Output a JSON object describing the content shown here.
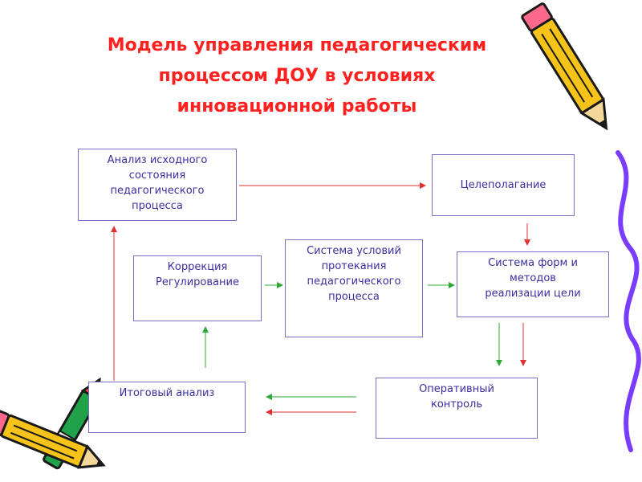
{
  "title": {
    "line1": "Модель управления педагогическим",
    "line2": "процессом ДОУ в условиях",
    "line3": "инновационной работы"
  },
  "nodes": {
    "analysis": {
      "lines": [
        "Анализ исходного",
        "состояния",
        "педагогического",
        "процесса"
      ]
    },
    "goal": {
      "lines": [
        "Целеполагание"
      ]
    },
    "correction": {
      "lines": [
        "Коррекция",
        "Регулирование"
      ]
    },
    "conditions": {
      "lines": [
        "Система условий",
        "протекания",
        "педагогического",
        "процесса"
      ]
    },
    "forms": {
      "lines": [
        "Система форм и",
        "методов",
        "реализации цели"
      ]
    },
    "final": {
      "lines": [
        "Итоговый анализ"
      ]
    },
    "operative": {
      "lines": [
        "Оперативный",
        "контроль"
      ]
    }
  },
  "colors": {
    "title": "#ff2020",
    "box_border": "#7f6cc8",
    "box_text": "#3a2f9f",
    "arrow_red": "#e03030",
    "arrow_green": "#2fa83a"
  },
  "edges": [
    {
      "from": "analysis",
      "to": "goal",
      "color": "red"
    },
    {
      "from": "goal",
      "to": "forms",
      "color": "red"
    },
    {
      "from": "correction",
      "to": "conditions",
      "color": "green"
    },
    {
      "from": "conditions",
      "to": "forms",
      "color": "green"
    },
    {
      "from": "forms",
      "to": "operative",
      "color": "green"
    },
    {
      "from": "forms",
      "to": "operative",
      "color": "red"
    },
    {
      "from": "operative",
      "to": "final",
      "color": "green"
    },
    {
      "from": "operative",
      "to": "final",
      "color": "red"
    },
    {
      "from": "final",
      "to": "correction",
      "color": "green"
    },
    {
      "from": "final",
      "to": "analysis",
      "color": "red"
    }
  ],
  "decorations": [
    "pencil-icon",
    "pencil-icon",
    "crayon-icon",
    "swirl-icon"
  ]
}
